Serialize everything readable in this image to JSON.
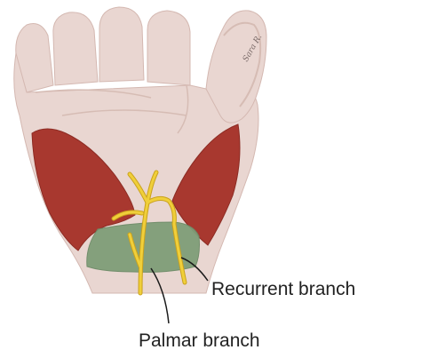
{
  "figure": {
    "labels": {
      "recurrent_branch": "Recurrent branch",
      "palmar_branch": "Palmar branch"
    },
    "signature": "Sara R.",
    "colors": {
      "background": "#ffffff",
      "skin": "#e9d6d1",
      "skin_shadow": "#d8bdb6",
      "muscle": "#a8382f",
      "ligament": "#7f9e78",
      "nerve": "#f0cf3a",
      "nerve_outline": "#caa21c",
      "leader_line": "#1a1a1a"
    }
  }
}
